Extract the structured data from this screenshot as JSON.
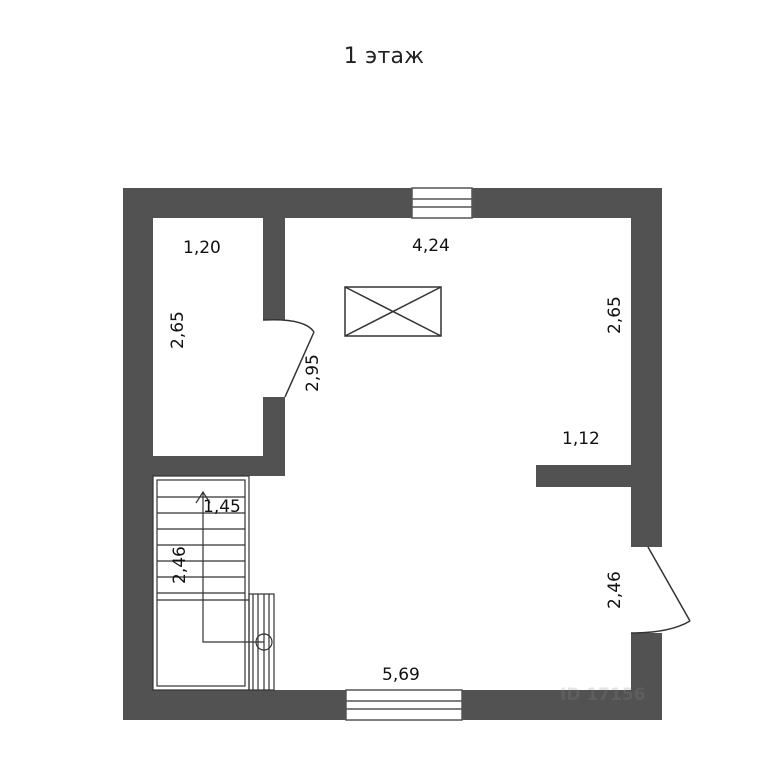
{
  "plan": {
    "title": "1 этаж",
    "wall_color": "#525252",
    "watermark": "ID 17156",
    "dimensions": {
      "small_room_width": "1,20",
      "small_room_height": "2,65",
      "main_width_top": "4,24",
      "main_height_right": "2,65",
      "door_dim": "2,95",
      "partition_length": "1,12",
      "stair_width": "1,45",
      "stair_height": "2,46",
      "entry_height": "2,46",
      "bottom_width": "5,69"
    }
  }
}
